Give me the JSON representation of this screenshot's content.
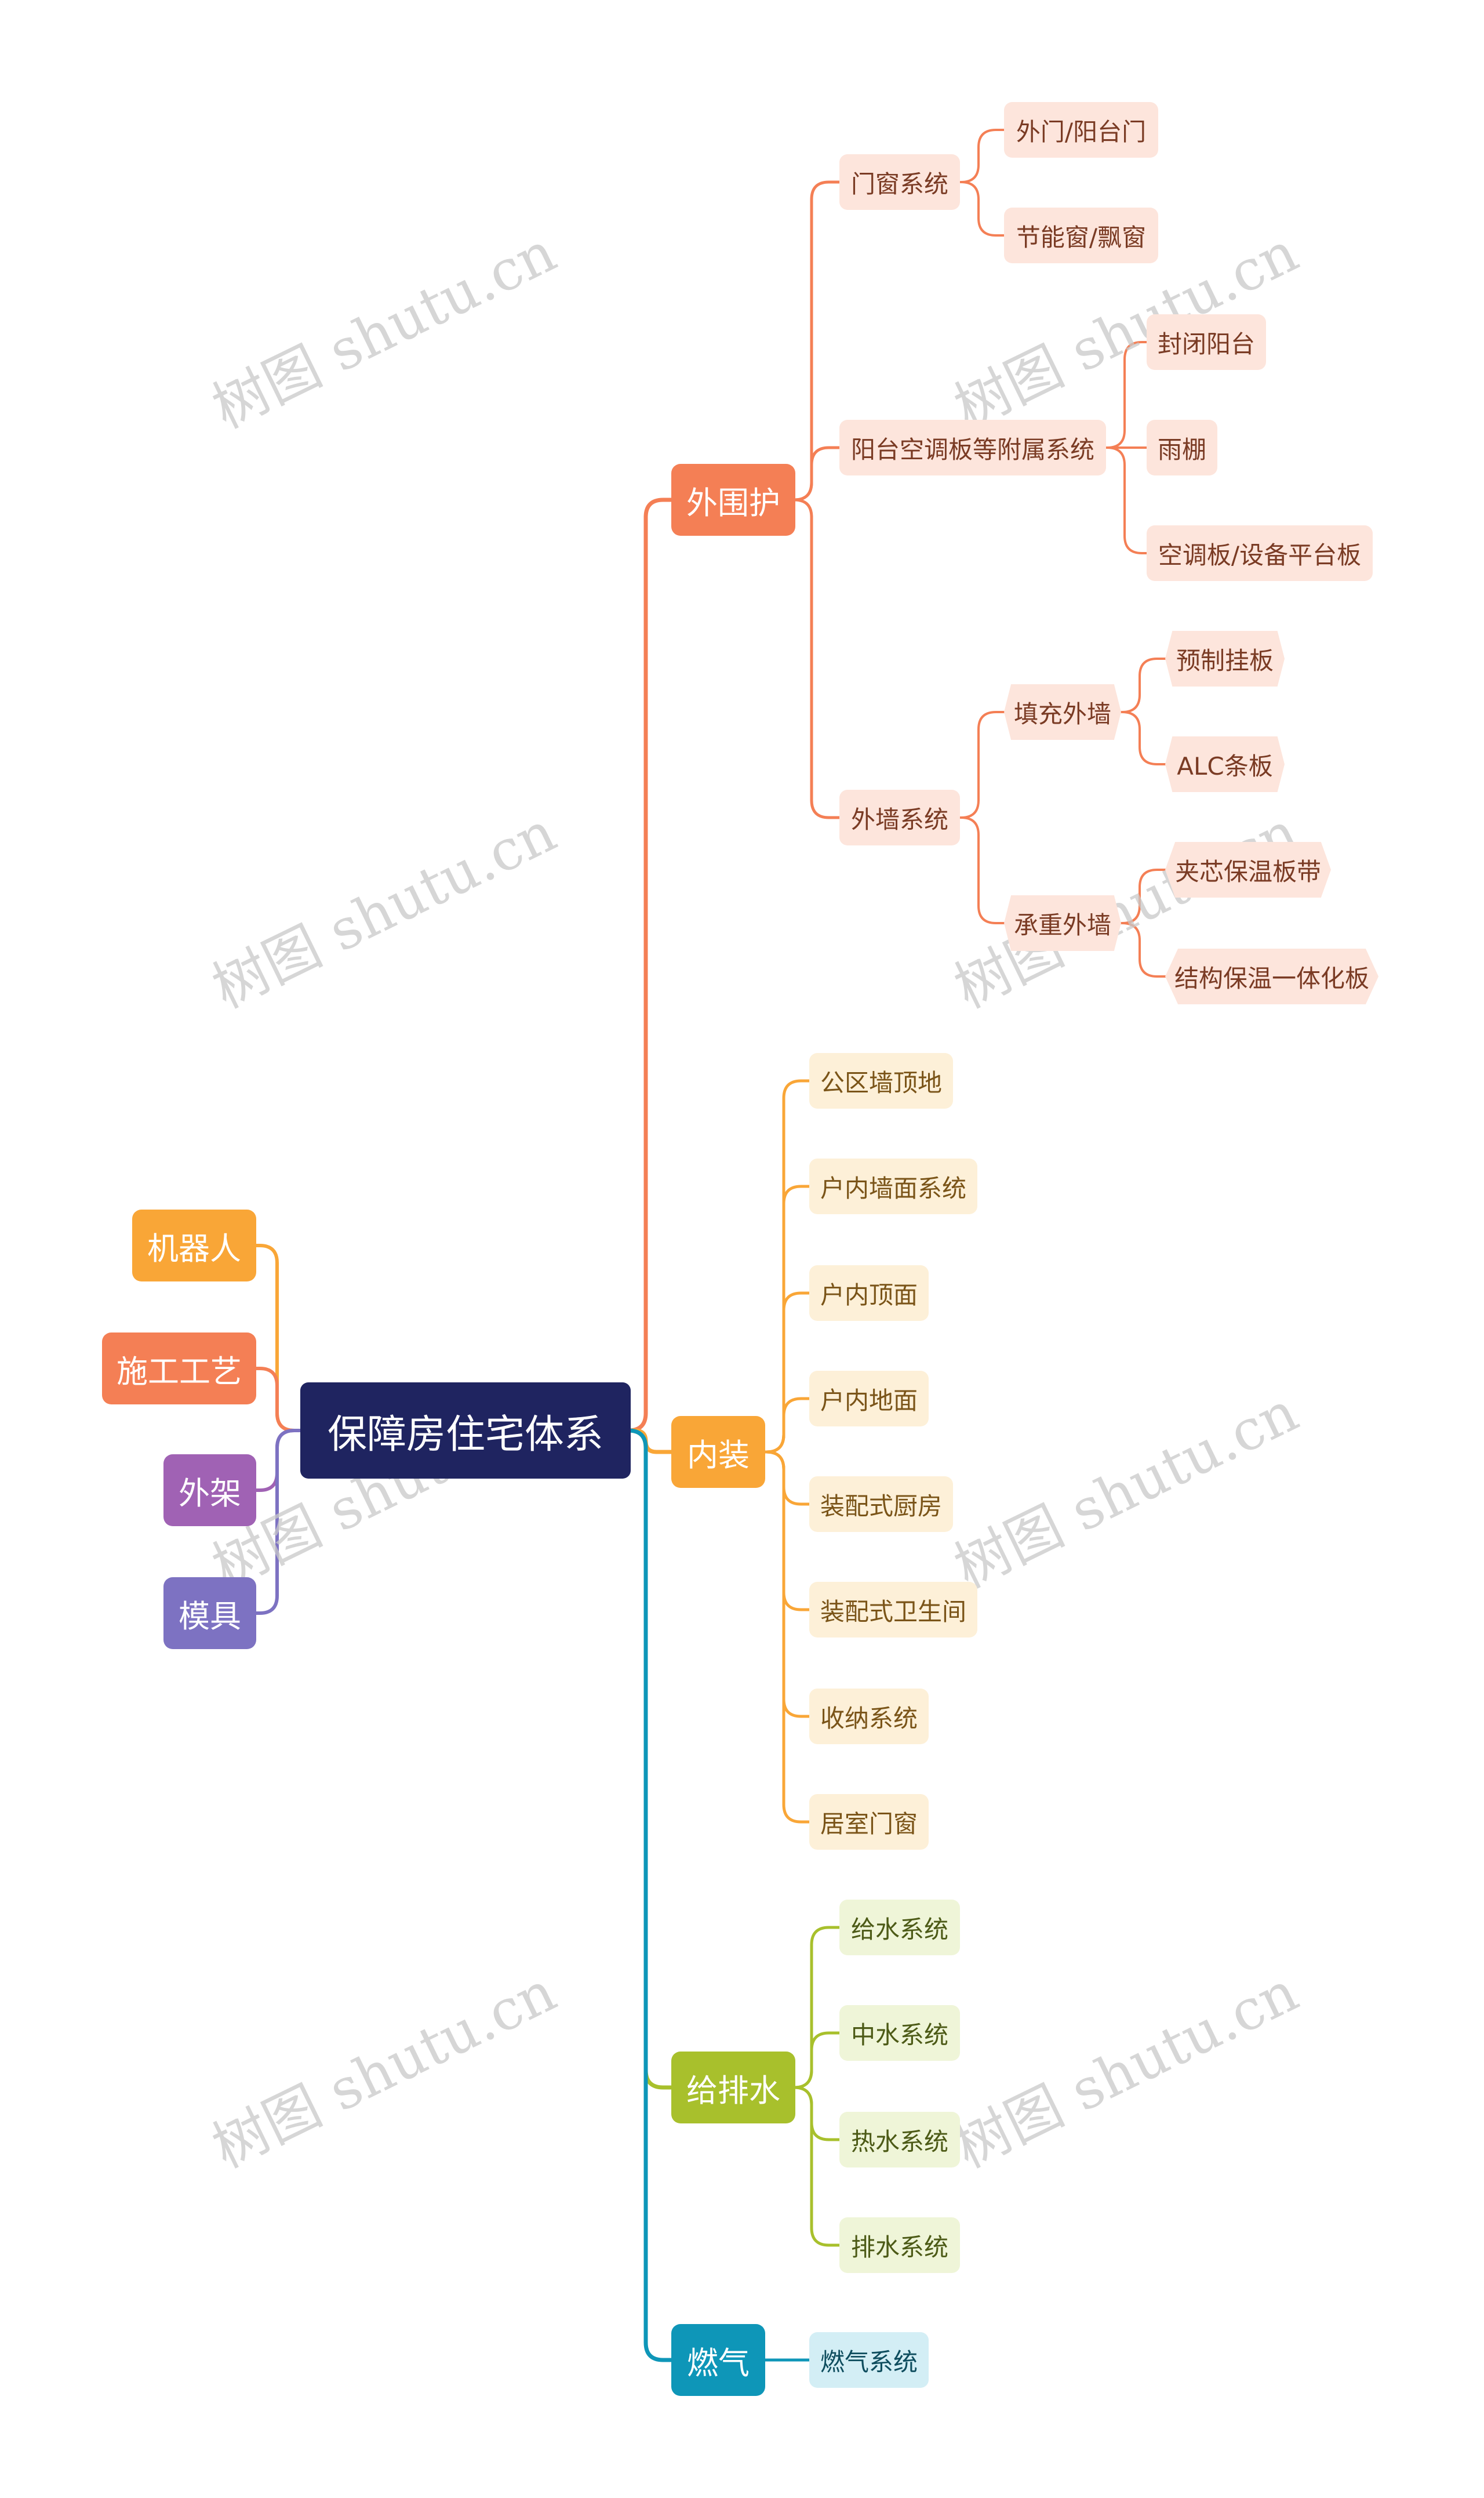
{
  "watermark": "树图 shutu.cn",
  "colors": {
    "root": "#1f2460",
    "outer": "#f47f55",
    "outer_light": "#fde5dc",
    "outer_text": "#7a3b24",
    "interior": "#f9a637",
    "interior_light": "#fdf0d8",
    "interior_text": "#7a5418",
    "water": "#a8c02c",
    "water_light": "#eff5d8",
    "water_text": "#4c5a16",
    "gas": "#0e96b8",
    "gas_light": "#d3eef5",
    "gas_text": "#0e4d5e",
    "robot": "#f9a637",
    "craft": "#f47f55",
    "scaffold": "#a062b4",
    "mold": "#7d72c2"
  },
  "root": "保障房住宅体系",
  "left": [
    "机器人",
    "施工工艺",
    "外架",
    "模具"
  ],
  "branches": {
    "outer": {
      "label": "外围护",
      "children": [
        {
          "label": "门窗系统",
          "children": [
            "外门/阳台门",
            "节能窗/飘窗"
          ]
        },
        {
          "label": "阳台空调板等附属系统",
          "children": [
            "封闭阳台",
            "雨棚",
            "空调板/设备平台板"
          ]
        },
        {
          "label": "外墙系统",
          "children": [
            {
              "label": "填充外墙",
              "children": [
                "预制挂板",
                "ALC条板"
              ]
            },
            {
              "label": "承重外墙",
              "children": [
                "夹芯保温板带",
                "结构保温一体化板"
              ]
            }
          ]
        }
      ]
    },
    "interior": {
      "label": "内装",
      "children": [
        "公区墙顶地",
        "户内墙面系统",
        "户内顶面",
        "户内地面",
        "装配式厨房",
        "装配式卫生间",
        "收纳系统",
        "居室门窗"
      ]
    },
    "water": {
      "label": "给排水",
      "children": [
        "给水系统",
        "中水系统",
        "热水系统",
        "排水系统"
      ]
    },
    "gas": {
      "label": "燃气",
      "children": [
        "燃气系统"
      ]
    }
  }
}
